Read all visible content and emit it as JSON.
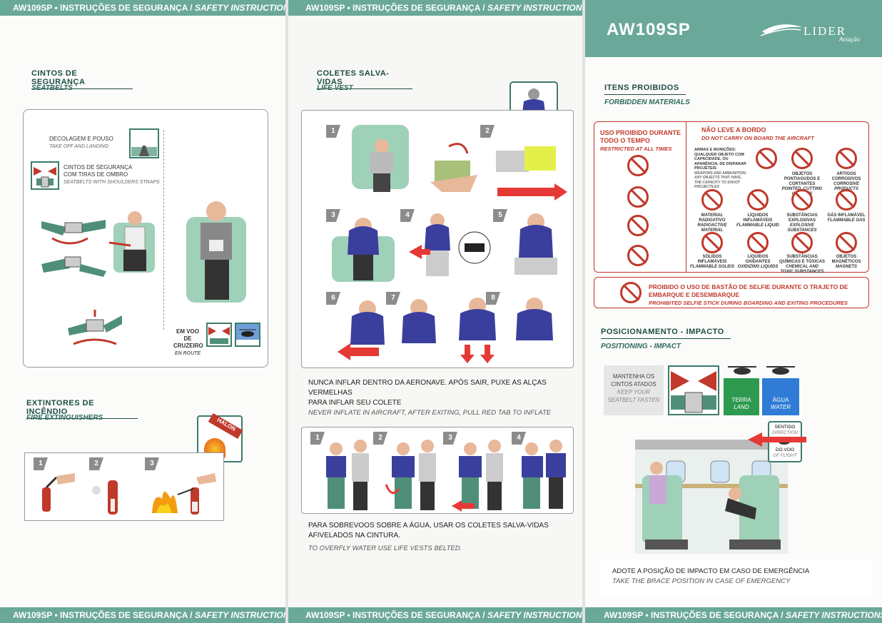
{
  "footer": {
    "model": "AW109SP",
    "sep": " • ",
    "pt": "INSTRUÇÕES DE SEGURANÇA",
    "slash": " / ",
    "en": "SAFETY INSTRUCTIONS"
  },
  "header": {
    "model": "AW109SP",
    "brand": "LIDER",
    "brand_sub": "Aviação"
  },
  "seatbelts": {
    "title": "CINTOS DE SEGURANÇA",
    "subtitle": "SEATBELTS",
    "takeoff_pt": "DECOLAGEM E POUSO",
    "takeoff_en": "TAKE OFF AND LANDING",
    "shoulder_pt_1": "CINTOS DE SEGURANÇA",
    "shoulder_pt_2": "COM TIRAS DE OMBRO",
    "shoulder_en": "SEATBELTS WITH SHOULDERS STRAPS",
    "cruise_pt_1": "EM VOO DE",
    "cruise_pt_2": "CRUZEIRO",
    "cruise_en": "EN ROUTE"
  },
  "extinguishers": {
    "title": "EXTINTORES DE INCÊNDIO",
    "subtitle": "FIRE EXTINGUISHERS",
    "halon": "HALON",
    "steps": [
      "1",
      "2",
      "3"
    ]
  },
  "lifevest": {
    "title": "COLETES SALVA-VIDAS",
    "subtitle": "LIFE VEST",
    "steps": [
      "1",
      "2",
      "3",
      "4",
      "5",
      "6",
      "7",
      "8"
    ],
    "note_pt_1": "NUNCA INFLAR DENTRO DA AERONAVE. APÓS SAIR, PUXE AS ALÇAS VERMELHAS",
    "note_pt_2": "PARA INFLAR SEU COLETE",
    "note_en": "NEVER INFLATE IN AIRCRAFT, AFTER EXITING, PULL RED TAB TO INFLATE",
    "steps2": [
      "1",
      "2",
      "3",
      "4"
    ],
    "water_pt_1": "PARA SOBREVOOS SOBRE A ÁGUA, USAR OS COLETES SALVA-VIDAS",
    "water_pt_2": "AFIVELADOS NA CINTURA.",
    "water_en": "TO OVERFLY WATER USE LIFE VESTS BELTED."
  },
  "forbidden": {
    "title": "ITENS PROIBIDOS",
    "subtitle": "FORBIDDEN MATERIALS",
    "restricted_pt_1": "USO PROIBIDO DURANTE",
    "restricted_pt_2": "TODO O TEMPO",
    "restricted_en": "RESTRICTED AT ALL TIMES",
    "noboard_pt": "NÃO LEVE A BORDO",
    "noboard_en": "DO NOT CARRY ON BOARD THE AIRCRAFT",
    "weapons_pt": "ARMAS E MUNIÇÕES: QUALQUER OBJETO COM CAPACIDADE, OU APARÊNCIA, DE DISPARAR PROJÉTEIS",
    "weapons_en": "WEAPONS AND AMMUNITION: ANY OBJECTS THAT HAVE, THE CAPACITY TO SHOOT PROJECTILES",
    "items": [
      {
        "pt": "OBJETOS PONTIAGUDOS E CORTANTES",
        "en": "POINTED, CUTTING OBJECTS"
      },
      {
        "pt": "ARTIGOS CORROSIVOS",
        "en": "CORROSIVE PRODUCTS"
      },
      {
        "pt": "MATERIAL RADIOATIVO",
        "en": "RADIOACTIVE MATERIAL"
      },
      {
        "pt": "LÍQUIDOS INFLAMÁVEIS",
        "en": "FLAMMABLE LIQUID"
      },
      {
        "pt": "SUBSTÂNCIAS EXPLOSIVAS",
        "en": "EXPLOSIVE SUBSTANCES"
      },
      {
        "pt": "GÁS INFLAMÁVEL",
        "en": "FLAMMABLE GAS"
      },
      {
        "pt": "SÓLIDOS INFLAMÁVEIS",
        "en": "FLAMMABLE SOLIDS"
      },
      {
        "pt": "LÍQUIDOS OXIDANTES",
        "en": "OXIDIZING LIQUIDS"
      },
      {
        "pt": "SUBSTÂNCIAS QUÍMICAS E TÓXICAS",
        "en": "CHEMICAL AND TOXIC SUBSTANCES"
      },
      {
        "pt": "OBJETOS MAGNÉTICOS",
        "en": "MAGNETS"
      }
    ],
    "selfie_pt_1": "PROIBIDO O USO DE BASTÃO DE SELFIE DURANTE O TRAJETO DE",
    "selfie_pt_2": "EMBARQUE E DESEMBARQUE",
    "selfie_en": "PROHIBITED SELFIE STICK DURING BOARDING AND EXITING PROCEDURES"
  },
  "impact": {
    "title": "POSICIONAMENTO - IMPACTO",
    "subtitle": "POSITIONING - IMPACT",
    "keep_pt_1": "MANTENHA OS",
    "keep_pt_2": "CINTOS ATADOS",
    "keep_en_1": "KEEP YOUR",
    "keep_en_2": "SEATBELT FASTEN",
    "land_pt": "TERRA",
    "land_en": "LAND",
    "water_pt": "ÁGUA",
    "water_en": "WATER",
    "dir_pt_1": "SENTIDO",
    "dir_en_1": "DIRECTION",
    "dir_pt_2": "DO VOO",
    "dir_en_2": "OF FLIGHT",
    "brace_pt": "ADOTE A POSIÇÃO DE IMPACTO EM CASO DE EMERGÊNCIA",
    "brace_en": "TAKE THE BRACE POSITION IN CASE OF EMERGENCY"
  },
  "colors": {
    "teal": "#6aa89a",
    "dark_green": "#1d4d44",
    "red": "#c0392b",
    "vest_blue": "#3a3f9e"
  }
}
